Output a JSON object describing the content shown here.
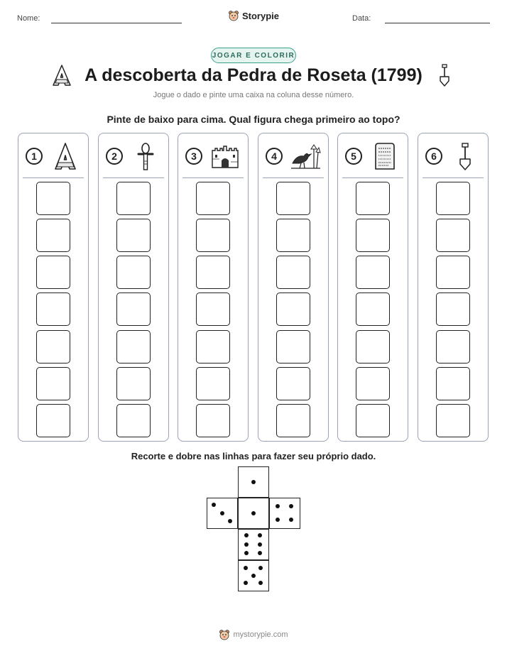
{
  "header": {
    "name_label": "Nome:",
    "date_label": "Data:",
    "brand": "Storypie"
  },
  "badge": "JOGAR E COLORIR",
  "title": "A descoberta da Pedra de Roseta (1799)",
  "subtitle": "Jogue o dado e pinte uma caixa na coluna desse número.",
  "instruction": "Pinte de baixo para cima. Qual figura chega primeiro ao topo?",
  "columns": [
    {
      "number": "1",
      "icon": "letter-a-icon"
    },
    {
      "number": "2",
      "icon": "ankh-icon"
    },
    {
      "number": "3",
      "icon": "castle-icon"
    },
    {
      "number": "4",
      "icon": "bird-papyrus-icon"
    },
    {
      "number": "5",
      "icon": "stone-tablet-icon"
    },
    {
      "number": "6",
      "icon": "shovel-icon"
    }
  ],
  "boxes_per_column": 7,
  "cut_instruction": "Recorte e dobre nas linhas para fazer seu próprio dado.",
  "die_faces": [
    1,
    3,
    1,
    4,
    6,
    5
  ],
  "footer": "mystorypie.com",
  "colors": {
    "badge_border": "#3aa08a",
    "badge_fill": "#e6f4ef",
    "column_border": "#9aa3b5"
  }
}
